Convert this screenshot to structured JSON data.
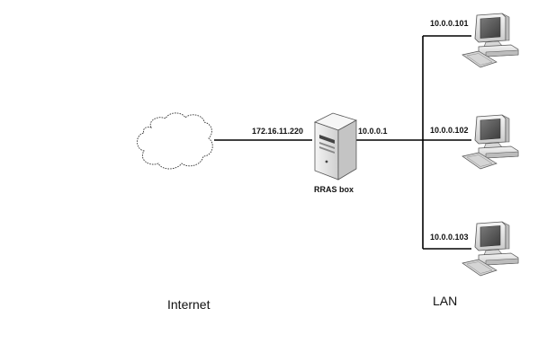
{
  "router": {
    "wan_ip": "172.16.11.220",
    "lan_ip": "10.0.0.1",
    "label": "RRAS box"
  },
  "zones": {
    "internet": "Internet",
    "lan": "LAN"
  },
  "hosts": [
    {
      "ip": "10.0.0.101"
    },
    {
      "ip": "10.0.0.102"
    },
    {
      "ip": "10.0.0.103"
    }
  ],
  "colors": {
    "line": "#000000",
    "cloud_stroke": "#333333",
    "device_body": "#e9e9e9",
    "screen": "#5a5a5a"
  },
  "icons": {
    "internet": "cloud-icon",
    "router": "server-tower-icon",
    "host": "desktop-computer-icon"
  }
}
